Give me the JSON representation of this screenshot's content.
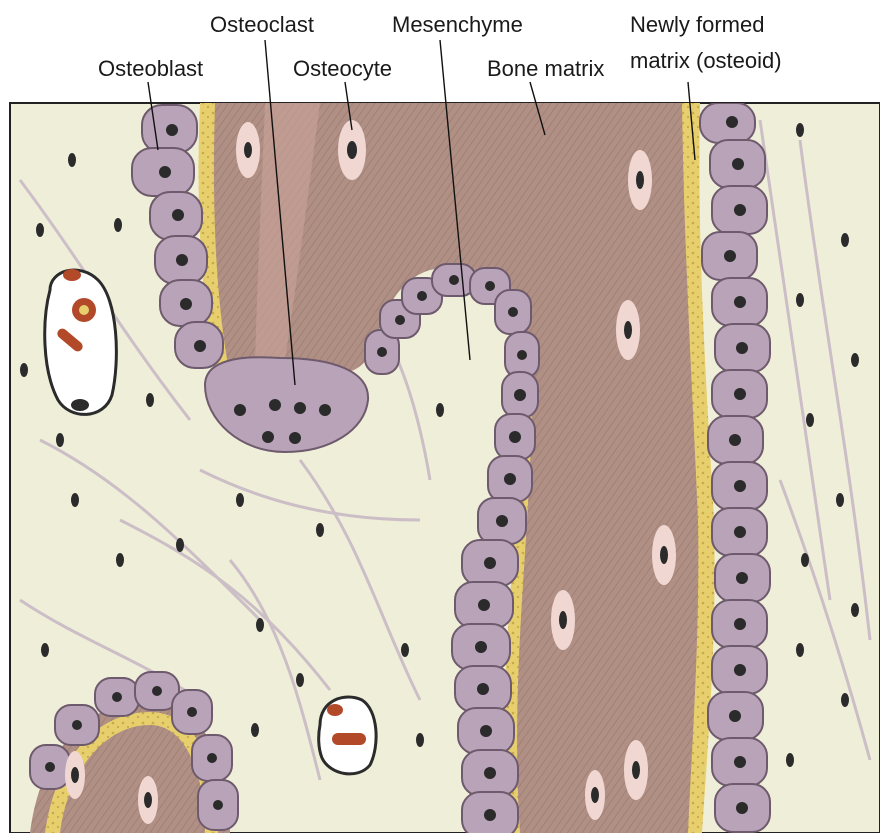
{
  "labels": {
    "osteoblast": "Osteoblast",
    "osteoclast": "Osteoclast",
    "osteocyte": "Osteocyte",
    "mesenchyme": "Mesenchyme",
    "bone_matrix": "Bone matrix",
    "osteoid_line1": "Newly formed",
    "osteoid_line2": "matrix (osteoid)"
  },
  "colors": {
    "mesenchyme_bg": "#efefd9",
    "bone_matrix": "#b08f84",
    "osteoblast_cell": "#b9a3b8",
    "osteoid": "#e6cf6c",
    "nucleus": "#2b2b2b",
    "blood_cell": "#b24a2a"
  }
}
